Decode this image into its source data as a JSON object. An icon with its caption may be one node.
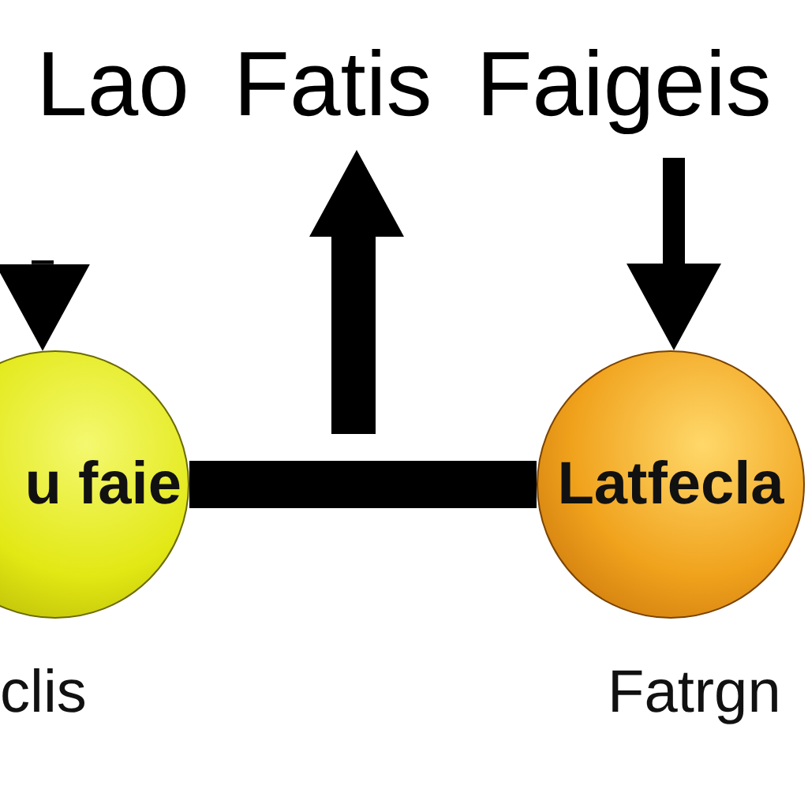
{
  "diagram": {
    "title": "Lao Fatis Faigeis",
    "nodes": [
      {
        "text": [
          "u faie"
        ],
        "beside": [
          "clis"
        ]
      },
      {
        "text": [
          "Latfecla"
        ],
        "beside": [
          "Fatrgn"
        ]
      }
    ],
    "edges": [
      {
        "from": 0,
        "to": 1,
        "arrow": "none",
        "style": "thick"
      },
      {
        "from": null,
        "to": 0,
        "arrow": "to"
      },
      {
        "from": null,
        "to": 1,
        "arrow": "to"
      }
    ]
  }
}
